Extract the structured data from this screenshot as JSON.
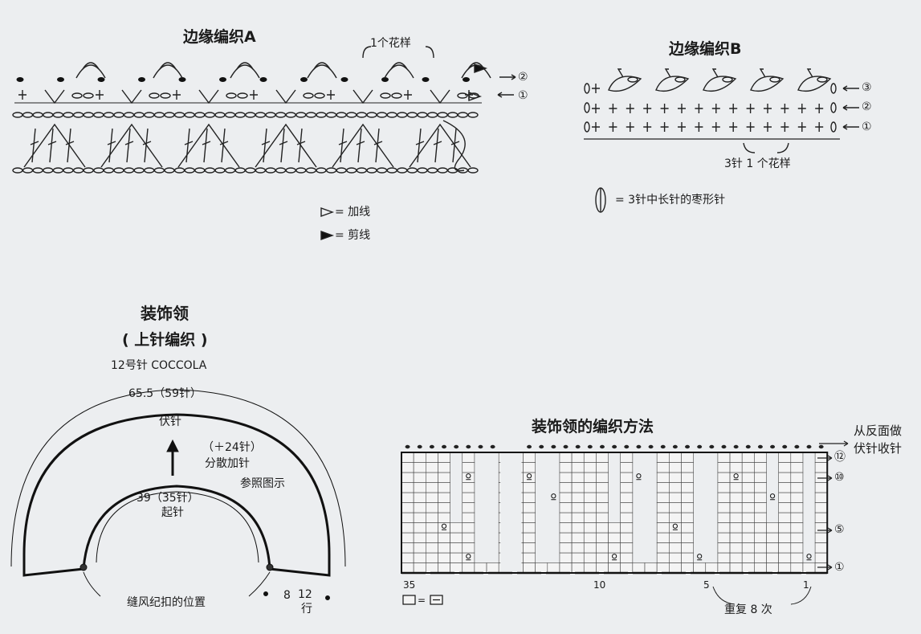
{
  "edge_a": {
    "title": "边缘编织A",
    "repeat_label": "1个花样",
    "rows": [
      "②",
      "①"
    ]
  },
  "edge_b": {
    "title": "边缘编织B",
    "rows": [
      "③",
      "②",
      "①"
    ],
    "repeat_label": "3针 1 个花样"
  },
  "legend_a": {
    "join_yarn": "= 加线",
    "cut_yarn": "= 剪线"
  },
  "legend_b": {
    "puff_stitch": "= 3针中长针的枣形针"
  },
  "collar": {
    "title": "装饰领",
    "subtitle": "( 上针编织 )",
    "needle_yarn": "12号针    COCCOLA",
    "outer_measure": "65.5（59针）",
    "bind_off": "伏针",
    "increase": "（＋24针）",
    "increase_note": "分散加针",
    "see_figure": "参照图示",
    "inner_measure": "39（35针）",
    "cast_on": "起针",
    "button_position": "缝风纪扣的位置",
    "side_width": "8",
    "side_rows_num": "12",
    "side_rows_unit": "行"
  },
  "chart": {
    "title": "装饰领的编织方法",
    "bind_off_note_1": "从反面做",
    "bind_off_note_2": "伏针收针",
    "row_labels": [
      "⑫",
      "⑩",
      "⑤",
      "①"
    ],
    "stitch_labels": [
      "35",
      "10",
      "5",
      "1"
    ],
    "repeat_note": "重复 8 次",
    "symbol_legend": "="
  }
}
